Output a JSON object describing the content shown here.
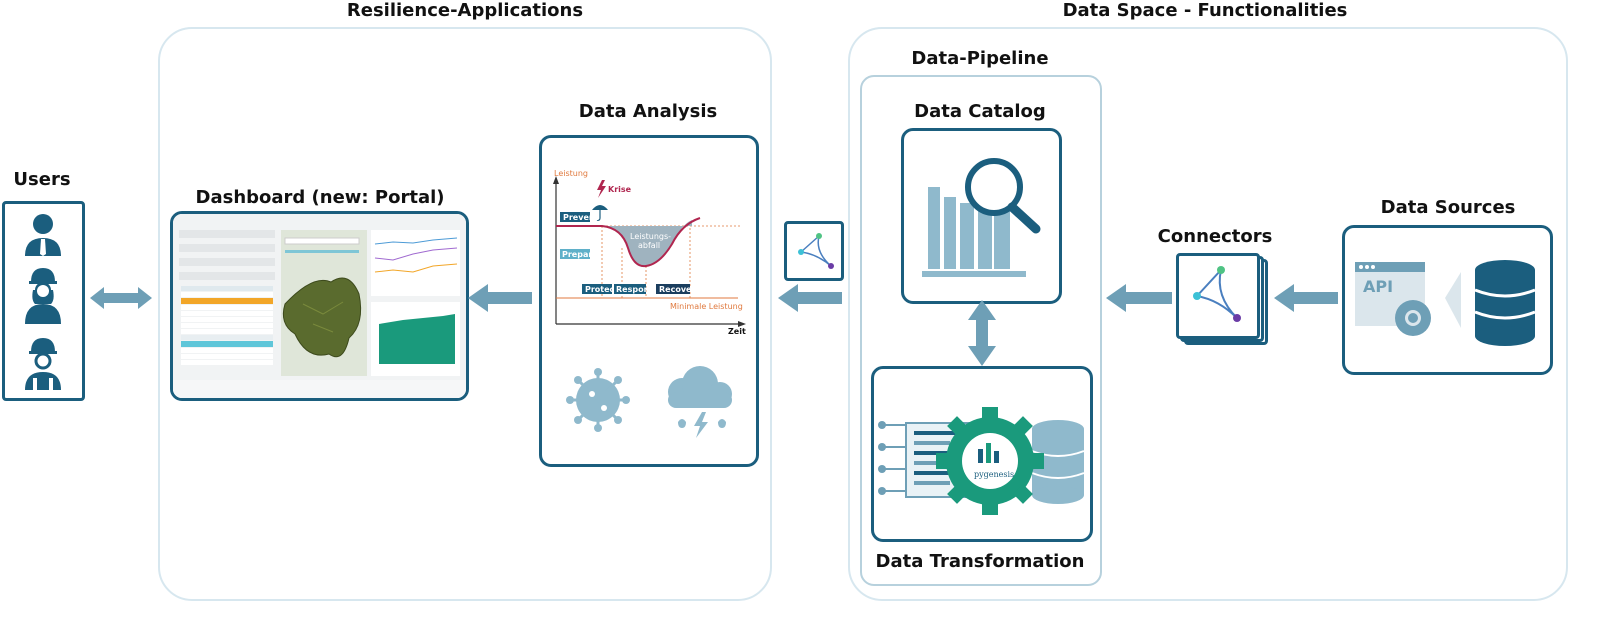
{
  "sections": {
    "resilience": "Resilience-Applications",
    "dataspace": "Data Space - Functionalities",
    "pipeline": "Data-Pipeline"
  },
  "nodes": {
    "users": "Users",
    "dashboard": "Dashboard (new: Portal)",
    "analysis": "Data Analysis",
    "catalog": "Data Catalog",
    "transformation": "Data Transformation",
    "connectors": "Connectors",
    "sources": "Data Sources"
  },
  "resilience_chart": {
    "ylabel": "Leistung",
    "xlabel": "Zeit",
    "crisis": "Krise",
    "dip": "Leistungs-\nabfall",
    "min_line": "Minimale Leistung",
    "phases": [
      "Prevent",
      "Prepare",
      "Protect",
      "Respond",
      "Recover"
    ]
  },
  "api_label": "API",
  "logo_text": "pygenesis",
  "colors": {
    "primary": "#1b5e7e",
    "arrow": "#6e9fb6",
    "light": "#8fb9cc",
    "accent": "#e07a3f",
    "crisis": "#b0264f",
    "green": "#1a9a7c"
  }
}
